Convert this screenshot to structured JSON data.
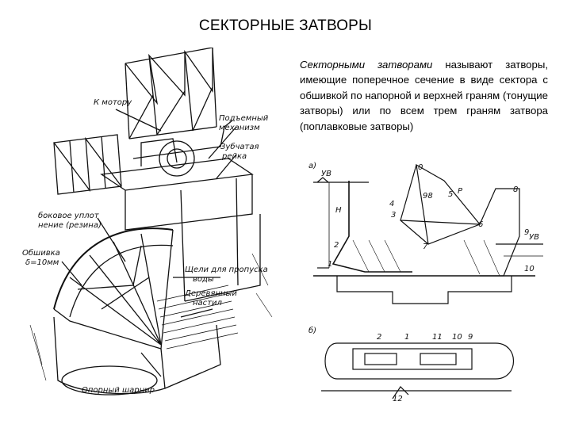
{
  "slide": {
    "title": "СЕКТОРНЫЕ ЗАТВОРЫ",
    "paragraph": {
      "term": "Секторными затворами",
      "text": " называют затворы, имеющие поперечное сечение в виде сектора с обшивкой по напорной и верхней граням (тонущие затворы) или по всем трем граням затвора (поплавковые затворы)"
    }
  },
  "left_figure": {
    "labels": {
      "to_motor": "К мотору",
      "lifting_mechanism_1": "Подъемный",
      "lifting_mechanism_2": "механизм",
      "rack_1": "Зубчатая",
      "rack_2": "рейка",
      "side_seal_1": "боковое уплот",
      "side_seal_2": "нение (резина)",
      "sheathing_1": "Обшивка",
      "sheathing_2": "δ=10мм",
      "water_slots_1": "Щели для пропуска",
      "water_slots_2": "воды",
      "wood_floor_1": "Деревянный",
      "wood_floor_2": "настил",
      "pivot": "Опорный шарнир"
    }
  },
  "right_figure": {
    "section_a": {
      "label": "а)",
      "upstream_level": "УВ",
      "downstream_level": "УВ",
      "height": "H",
      "angle": "98",
      "force": "P",
      "callouts": [
        "1",
        "2",
        "3",
        "4",
        "5",
        "6",
        "7",
        "8",
        "9",
        "10",
        "0"
      ]
    },
    "section_b": {
      "label": "б)",
      "callouts": [
        "2",
        "1",
        "11",
        "10",
        "9",
        "12"
      ]
    }
  }
}
